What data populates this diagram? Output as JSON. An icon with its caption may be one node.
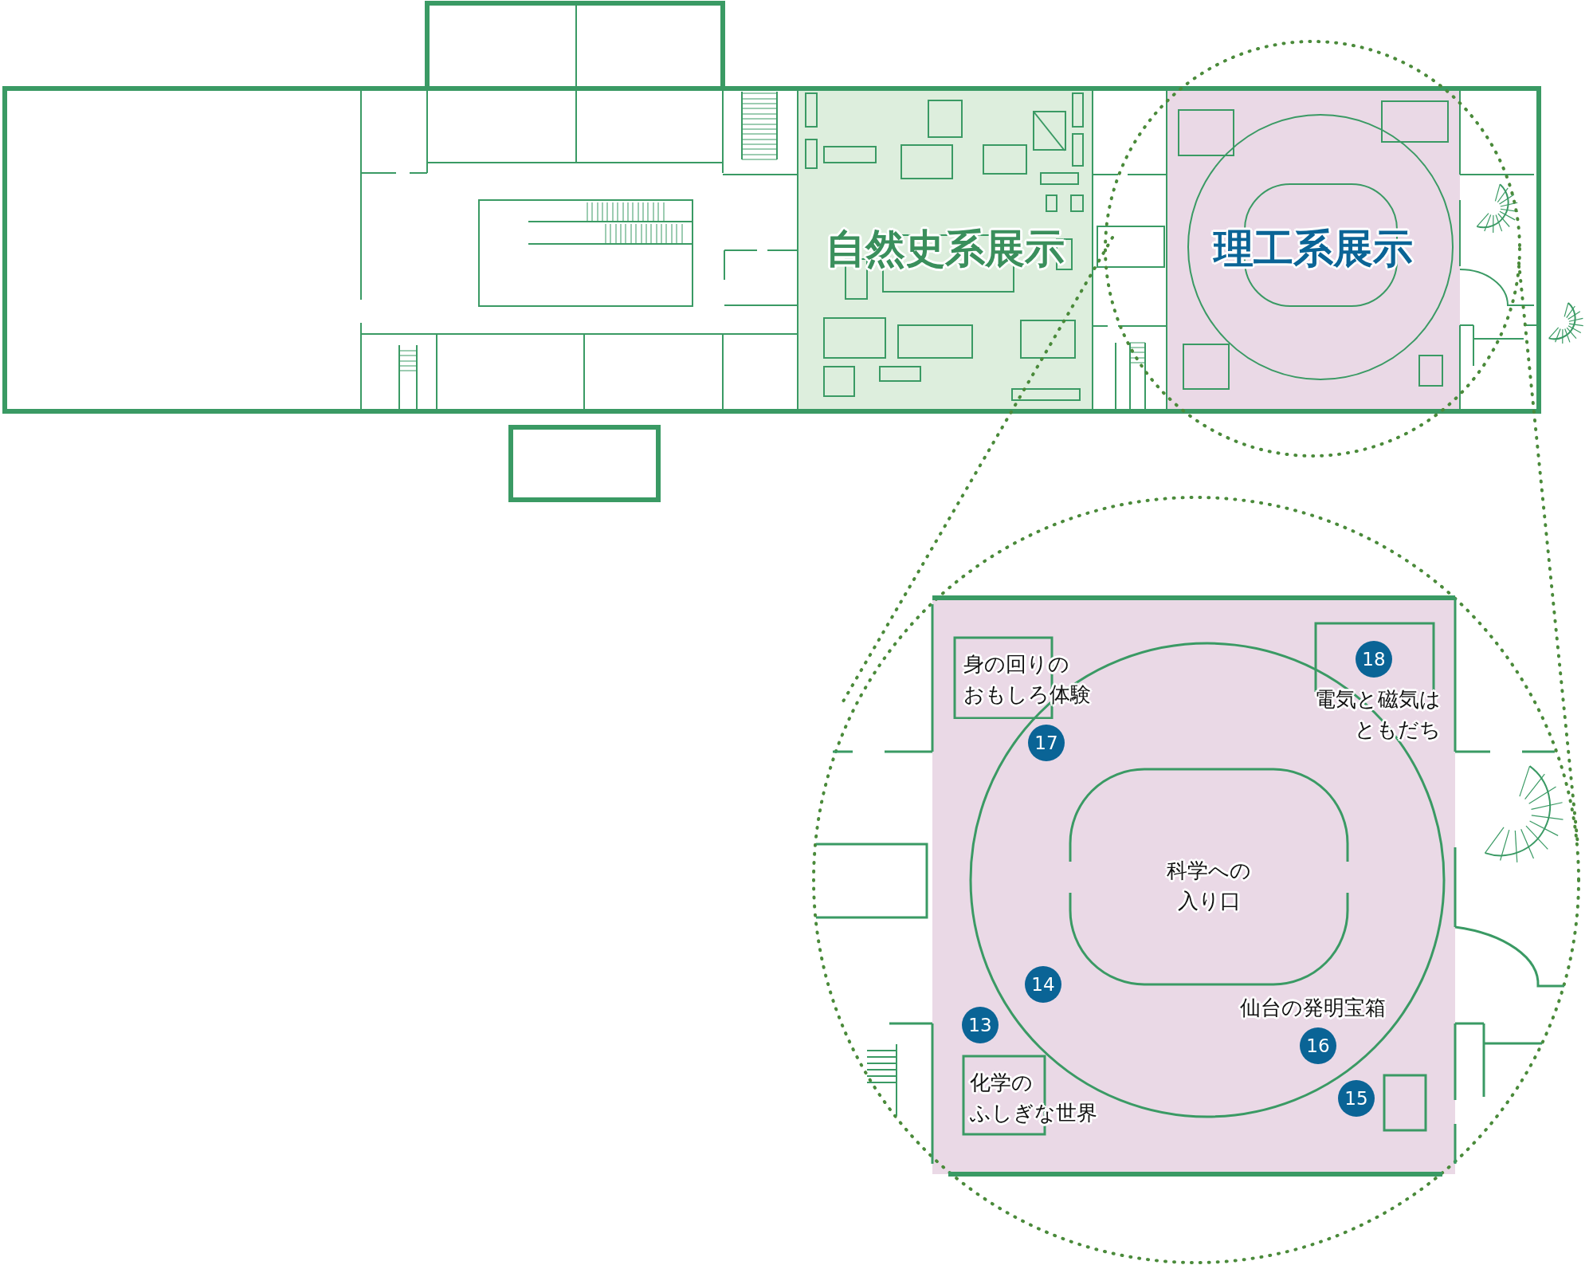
{
  "diagram": {
    "nodes": [
      {
        "text": [
          "自然史系展示"
        ]
      },
      {
        "text": [
          "理工系展示"
        ]
      },
      {
        "text": [
          "身の回りのおもしろ体験"
        ]
      },
      {
        "text": [
          "電気と磁気はともだち"
        ]
      },
      {
        "text": [
          "科学への入り口"
        ]
      },
      {
        "text": [
          "化学のふしぎな世界"
        ]
      }
    ],
    "labels": [
      "18",
      "17",
      "14",
      "仙台の発明宝箱",
      "13",
      "16",
      "15"
    ]
  }
}
